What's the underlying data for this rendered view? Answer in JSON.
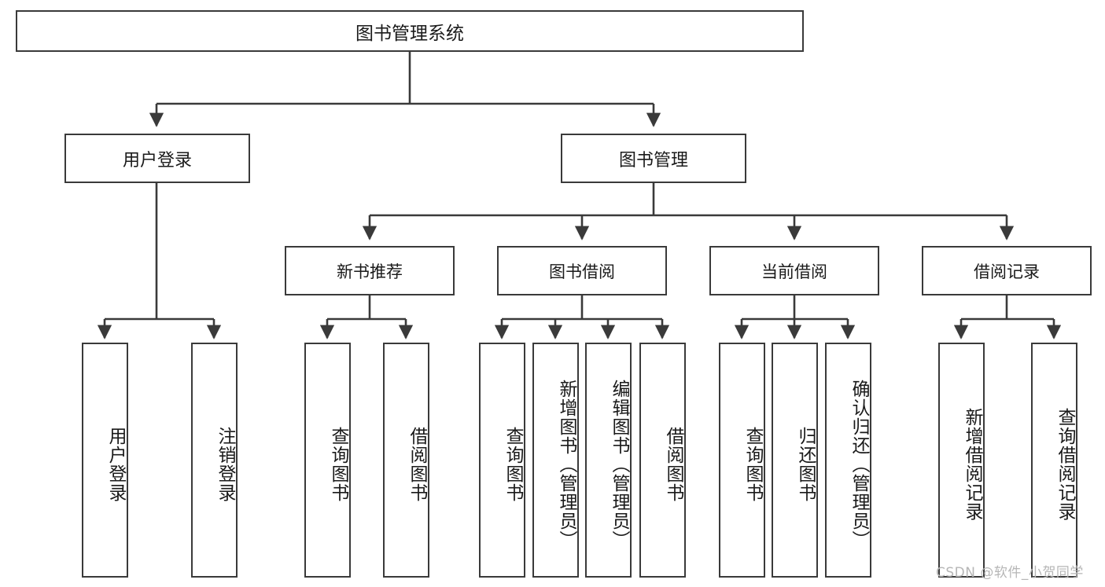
{
  "diagram": {
    "title": "图书管理系统",
    "type": "tree",
    "colors": {
      "box_border": "#3a3a3a",
      "box_fill": "#ffffff",
      "edge": "#3a3a3a",
      "text": "#1a1a1a",
      "watermark": "#b6b6b6",
      "background": "#ffffff"
    },
    "nodes": {
      "root": {
        "label": "图书管理系统"
      },
      "level2": [
        {
          "id": "user-login",
          "label": "用户登录"
        },
        {
          "id": "book-manage",
          "label": "图书管理"
        }
      ],
      "level3": [
        {
          "id": "new-book-recommend",
          "label": "新书推荐"
        },
        {
          "id": "book-borrow",
          "label": "图书借阅"
        },
        {
          "id": "current-borrow",
          "label": "当前借阅"
        },
        {
          "id": "borrow-record",
          "label": "借阅记录"
        }
      ],
      "leaves": {
        "user-login": [
          {
            "id": "leaf-user-login",
            "label": "用户登录"
          },
          {
            "id": "leaf-logout",
            "label": "注销登录"
          }
        ],
        "new-book-recommend": [
          {
            "id": "leaf-query-book-1",
            "label": "查询图书"
          },
          {
            "id": "leaf-borrow-book-1",
            "label": "借阅图书"
          }
        ],
        "book-borrow": [
          {
            "id": "leaf-query-book-2",
            "label": "查询图书"
          },
          {
            "id": "leaf-add-book",
            "label": "新增图书（管理员）"
          },
          {
            "id": "leaf-edit-book",
            "label": "编辑图书（管理员）"
          },
          {
            "id": "leaf-borrow-book-2",
            "label": "借阅图书"
          }
        ],
        "current-borrow": [
          {
            "id": "leaf-query-book-3",
            "label": "查询图书"
          },
          {
            "id": "leaf-return-book",
            "label": "归还图书"
          },
          {
            "id": "leaf-confirm-return",
            "label": "确认归还（管理员）"
          }
        ],
        "borrow-record": [
          {
            "id": "leaf-add-record",
            "label": "新增借阅记录"
          },
          {
            "id": "leaf-query-record",
            "label": "查询借阅记录"
          }
        ]
      }
    },
    "watermark": "CSDN @软件_小贺同学"
  }
}
